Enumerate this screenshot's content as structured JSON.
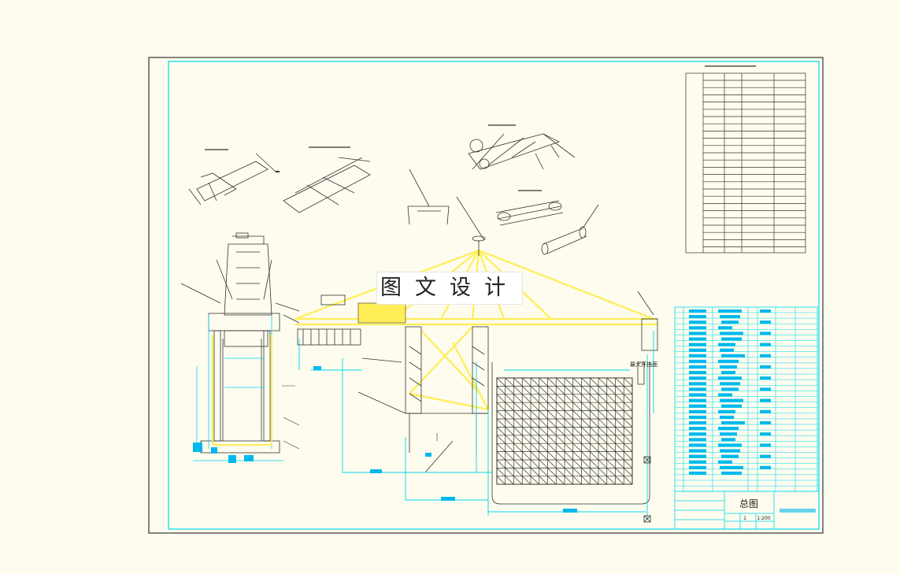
{
  "watermark": "图文设计",
  "colors": {
    "background": "#fdfcee",
    "frame": "#333333",
    "cyan": "#00d8f0",
    "yellow": "#ffee55",
    "line": "#333333",
    "blue_box": "#00b8ee"
  },
  "title_block": {
    "drawing_title": "总图",
    "scale": "1:200",
    "sheet": "1"
  },
  "annotation": "最大开挡面"
}
